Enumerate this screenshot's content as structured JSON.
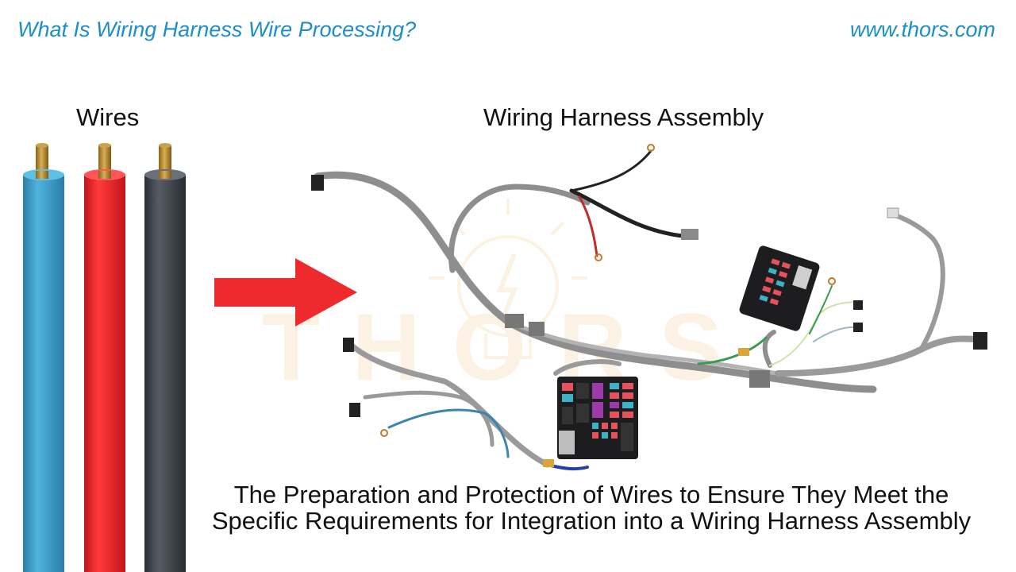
{
  "header": {
    "title": "What Is Wiring Harness Wire Processing?",
    "url": "www.thors.com"
  },
  "labels": {
    "wires": "Wires",
    "harness": "Wiring Harness Assembly"
  },
  "watermark": {
    "text": "THORS"
  },
  "caption": {
    "line1": "The Preparation and Protection of Wires to Ensure They Meet the",
    "line2": "Specific Requirements for Integration into a Wiring Harness Assembly"
  },
  "colors": {
    "title": "#1c8fc8",
    "wire_blue": "#3a9bc4",
    "wire_red": "#e8282b",
    "wire_black": "#3b3f46",
    "copper": "#b0842c",
    "arrow": "#ee2a2f",
    "harness_gray": "#9a9a9a",
    "fuse_box": "#1d1d1f"
  },
  "icons": [
    "arrow-right-icon",
    "lightbulb-watermark-icon"
  ]
}
